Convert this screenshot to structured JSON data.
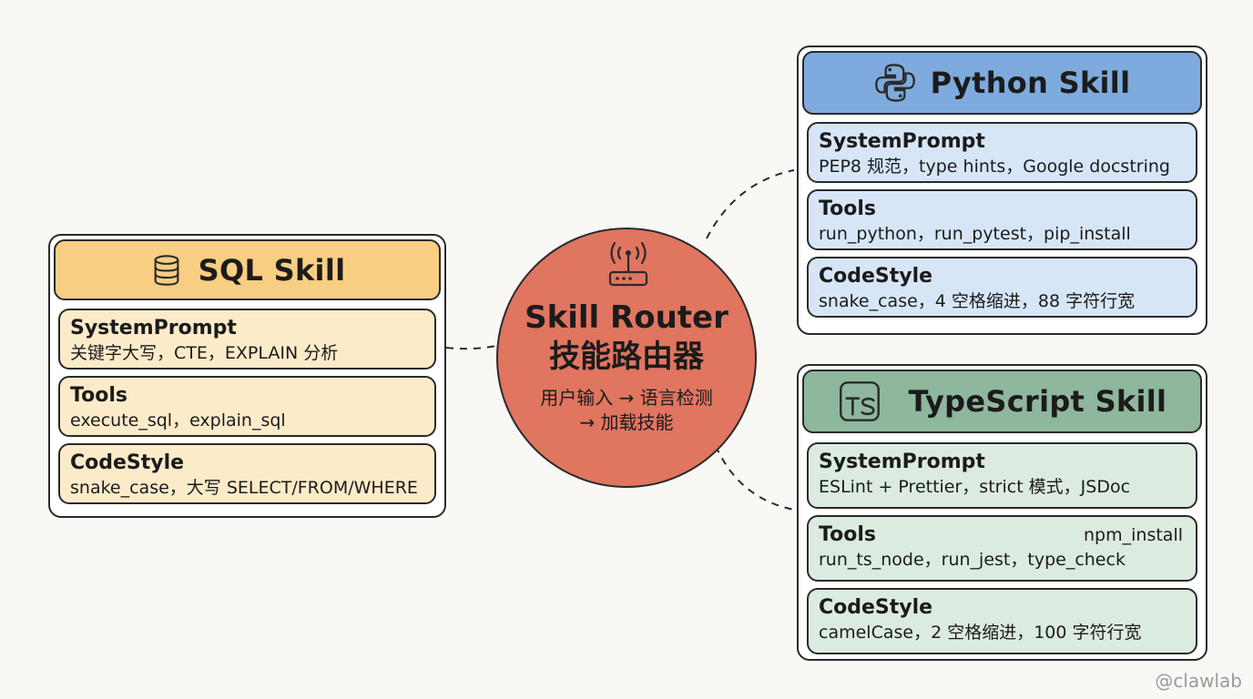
{
  "router": {
    "title": "Skill Router",
    "subtitle": "技能路由器",
    "desc_line1": "用户输入 → 语言检测",
    "desc_line2": "→ 加载技能",
    "icon": "router-icon",
    "color": "#e07560"
  },
  "skills": {
    "sql": {
      "title": "SQL Skill",
      "icon": "database-icon",
      "header_color": "#f7ce82",
      "section_color": "#fcebc9",
      "sections": [
        {
          "label": "SystemPrompt",
          "text": "关键字大写，CTE，EXPLAIN 分析"
        },
        {
          "label": "Tools",
          "text": "execute_sql，explain_sql"
        },
        {
          "label": "CodeStyle",
          "text": "snake_case，大写 SELECT/FROM/WHERE"
        }
      ]
    },
    "python": {
      "title": "Python Skill",
      "icon": "python-icon",
      "header_color": "#7eaadd",
      "section_color": "#d7e6f7",
      "sections": [
        {
          "label": "SystemPrompt",
          "text": "PEP8 规范，type hints，Google docstring"
        },
        {
          "label": "Tools",
          "text": "run_python，run_pytest，pip_install"
        },
        {
          "label": "CodeStyle",
          "text": "snake_case，4 空格缩进，88 字符行宽"
        }
      ]
    },
    "typescript": {
      "title": "TypeScript Skill",
      "icon": "typescript-icon",
      "header_color": "#8fb79d",
      "section_color": "#dcebe0",
      "sections": [
        {
          "label": "SystemPrompt",
          "text": "ESLint + Prettier，strict 模式，JSDoc"
        },
        {
          "label": "Tools",
          "aside": "npm_install",
          "text": "run_ts_node，run_jest，type_check"
        },
        {
          "label": "CodeStyle",
          "text": "camelCase，2 空格缩进，100 字符行宽"
        }
      ]
    }
  },
  "watermark": "@clawlab"
}
